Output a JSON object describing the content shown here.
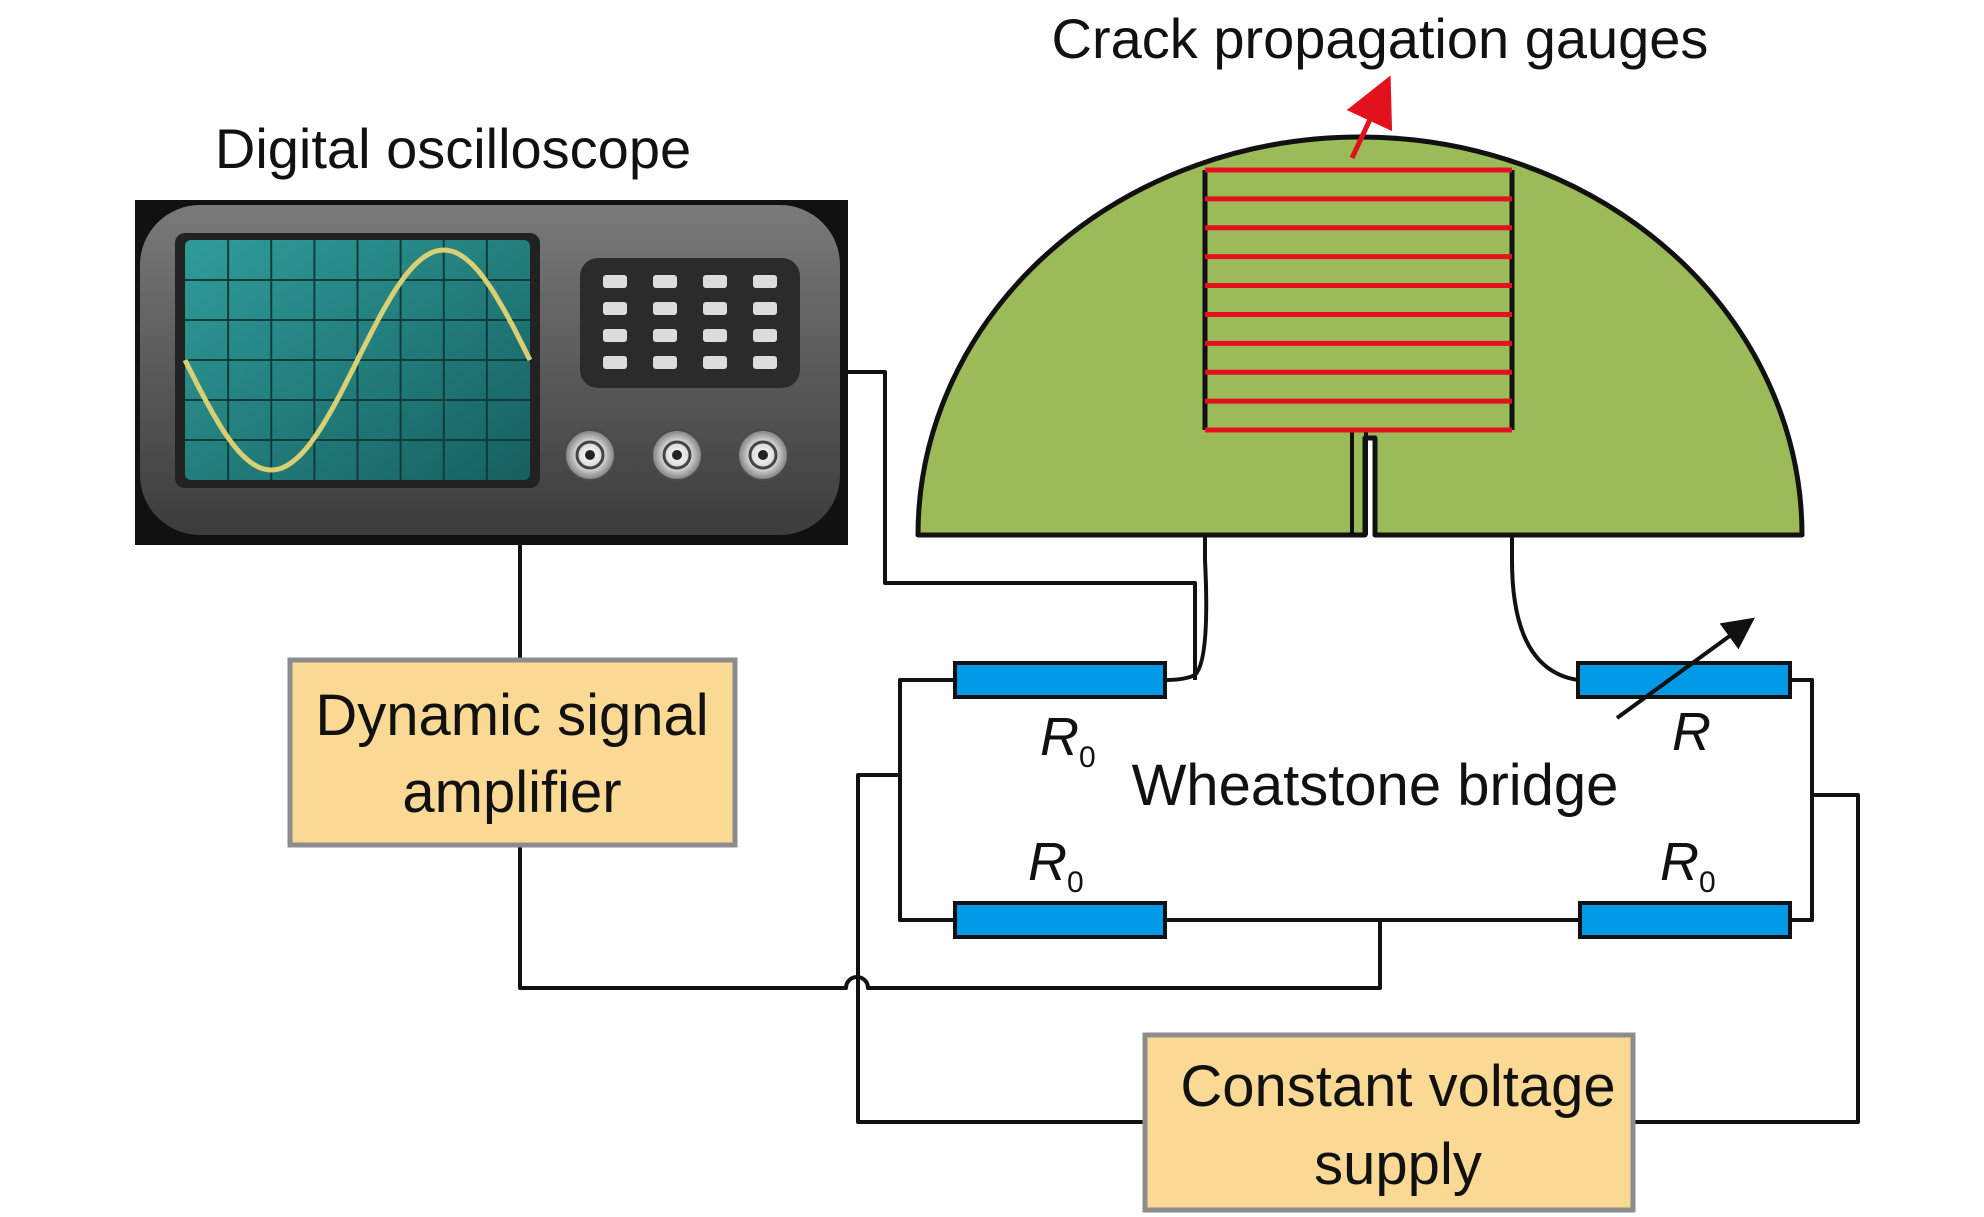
{
  "labels": {
    "oscilloscope": "Digital oscilloscope",
    "gauges": "Crack propagation gauges",
    "amplifier_line1": "Dynamic signal",
    "amplifier_line2": "amplifier",
    "bridge": "Wheatstone bridge",
    "supply_line1": "Constant voltage",
    "supply_line2": "supply"
  },
  "resistors": {
    "top_left": {
      "symbol": "R",
      "subscript": "0"
    },
    "bottom_left": {
      "symbol": "R",
      "subscript": "0"
    },
    "top_right": {
      "symbol": "R",
      "subscript": ""
    },
    "bottom_right": {
      "symbol": "R",
      "subscript": "0"
    }
  },
  "colors": {
    "specimen": "#9bbb59",
    "gauge_lines": "#e3101e",
    "resistor": "#0099e6",
    "box_fill": "#fad995",
    "box_border": "#8c8c8c",
    "screen": "#1f7b7b",
    "waveform": "#d9cf73",
    "oscilloscope_body": "#545454"
  },
  "gauge_line_count": 10
}
